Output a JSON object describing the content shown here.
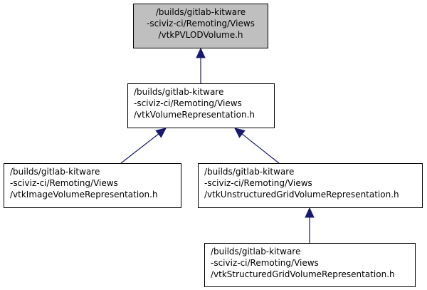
{
  "nodes": {
    "pvlod": {
      "lines": [
        "/builds/gitlab-kitware",
        "-sciviz-ci/Remoting/Views",
        "/vtkPVLODVolume.h"
      ],
      "highlighted": true,
      "interactable": false
    },
    "volume": {
      "lines": [
        "/builds/gitlab-kitware",
        "-sciviz-ci/Remoting/Views",
        "/vtkVolumeRepresentation.h"
      ],
      "highlighted": false,
      "interactable": true
    },
    "image": {
      "lines": [
        "/builds/gitlab-kitware",
        "-sciviz-ci/Remoting/Views",
        "/vtkImageVolumeRepresentation.h"
      ],
      "highlighted": false,
      "interactable": true
    },
    "unstructured": {
      "lines": [
        "/builds/gitlab-kitware",
        "-sciviz-ci/Remoting/Views",
        "/vtkUnstructuredGridVolumeRepresentation.h"
      ],
      "highlighted": false,
      "interactable": true
    },
    "structured": {
      "lines": [
        "/builds/gitlab-kitware",
        "-sciviz-ci/Remoting/Views",
        "/vtkStructuredGridVolumeRepresentation.h"
      ],
      "highlighted": false,
      "interactable": true
    }
  },
  "edges": [
    {
      "from": "volume",
      "to": "pvlod"
    },
    {
      "from": "image",
      "to": "volume"
    },
    {
      "from": "unstructured",
      "to": "volume"
    },
    {
      "from": "structured",
      "to": "unstructured"
    }
  ],
  "colors": {
    "edge": "#191970",
    "highlight_fill": "#bfbfbf",
    "border": "#000000"
  }
}
